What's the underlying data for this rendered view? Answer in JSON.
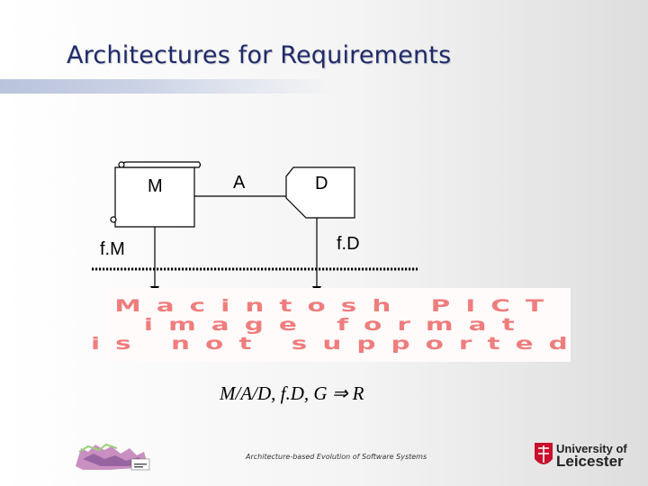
{
  "slide": {
    "title": "Architectures for Requirements",
    "formula": "M/A/D, f.D, G ⇒ R",
    "footer": "Architecture-based Evolution of Software Systems"
  },
  "diagram": {
    "m_label": "M",
    "a_label": "A",
    "d_label": "D",
    "fm_label": "f.M",
    "fd_label": "f.D"
  },
  "placeholder": {
    "line1": "Macintosh PICT",
    "line2": "image format",
    "line3": "is not supported"
  },
  "logos": {
    "university_line1": "University of",
    "university_line2": "Leicester"
  }
}
